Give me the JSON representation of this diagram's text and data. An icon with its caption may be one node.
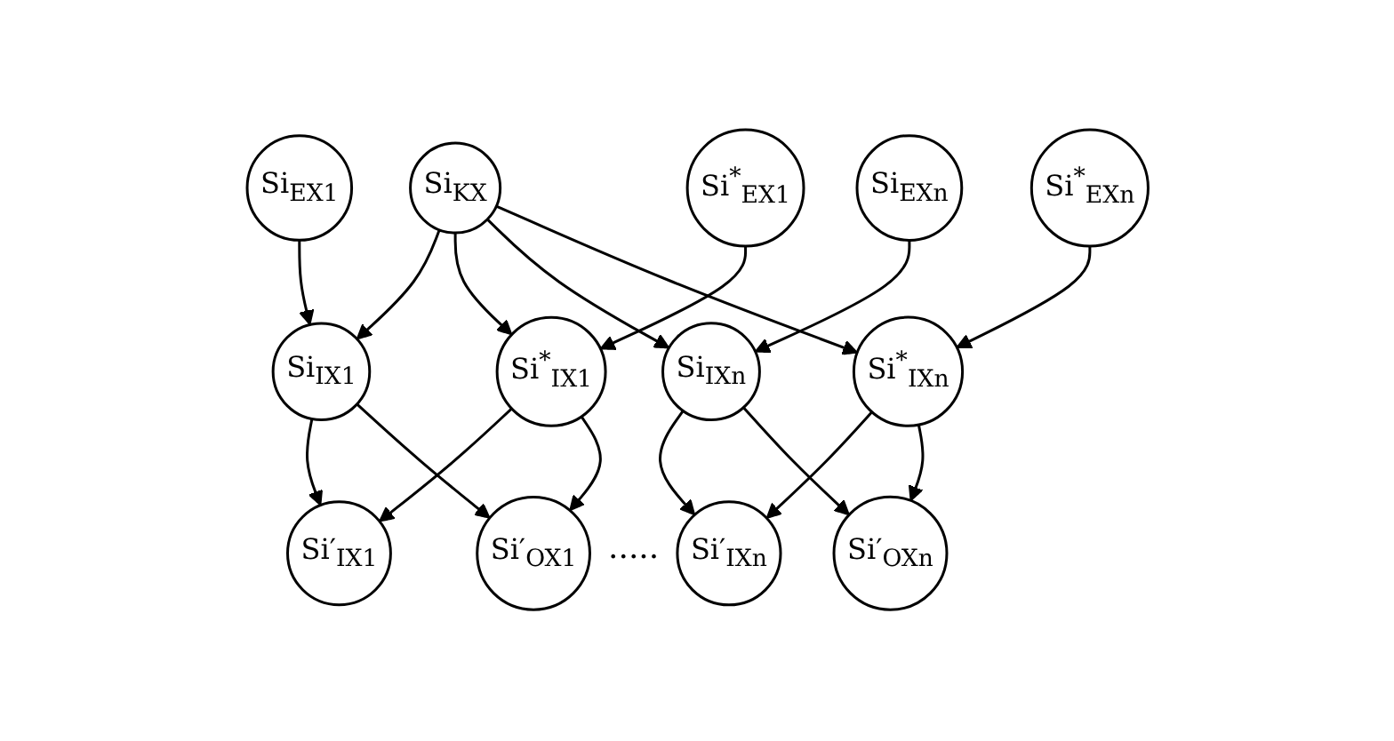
{
  "diagram": {
    "nodes": [
      {
        "text": [
          "Si$_{KX}$"
        ]
      },
      {
        "text": [
          "Si$_{EX1}$"
        ]
      },
      {
        "text": [
          "Si$^{*}$$_{EX1}$"
        ]
      },
      {
        "text": [
          "Si$_{EXn}$"
        ]
      },
      {
        "text": [
          "Si$^{*}$$_{EXn}$"
        ]
      },
      {
        "text": [
          "Si$_{IX1}$"
        ]
      },
      {
        "text": [
          "Si$^{*}$$_{IX1}$"
        ]
      },
      {
        "text": [
          "Si$_{IXn}$"
        ]
      },
      {
        "text": [
          "Si$^{*}$$_{IXn}$"
        ]
      },
      {
        "text": [
          "Si′$_{IX1}$"
        ]
      },
      {
        "text": [
          "Si′$_{OX1}$"
        ]
      },
      {
        "text": [
          "Si′$_{IXn}$"
        ]
      },
      {
        "text": [
          "Si′$_{OXn}$"
        ]
      }
    ],
    "edges": [
      {
        "from": 0,
        "to": 5,
        "arrow": "to"
      },
      {
        "from": 0,
        "to": 6,
        "arrow": "to"
      },
      {
        "from": 0,
        "to": 7,
        "arrow": "to"
      },
      {
        "from": 0,
        "to": 8,
        "arrow": "to"
      },
      {
        "from": 1,
        "to": 5,
        "arrow": "to"
      },
      {
        "from": 2,
        "to": 6,
        "arrow": "to"
      },
      {
        "from": 3,
        "to": 7,
        "arrow": "to"
      },
      {
        "from": 4,
        "to": 8,
        "arrow": "to"
      },
      {
        "from": 5,
        "to": 9,
        "arrow": "to"
      },
      {
        "from": 5,
        "to": 10,
        "arrow": "to"
      },
      {
        "from": 6,
        "to": 9,
        "arrow": "to"
      },
      {
        "from": 6,
        "to": 10,
        "arrow": "to"
      },
      {
        "from": 7,
        "to": 11,
        "arrow": "to"
      },
      {
        "from": 7,
        "to": 12,
        "arrow": "to"
      },
      {
        "from": 8,
        "to": 11,
        "arrow": "to"
      },
      {
        "from": 8,
        "to": 12,
        "arrow": "to"
      }
    ],
    "labels": [
      "....."
    ]
  }
}
